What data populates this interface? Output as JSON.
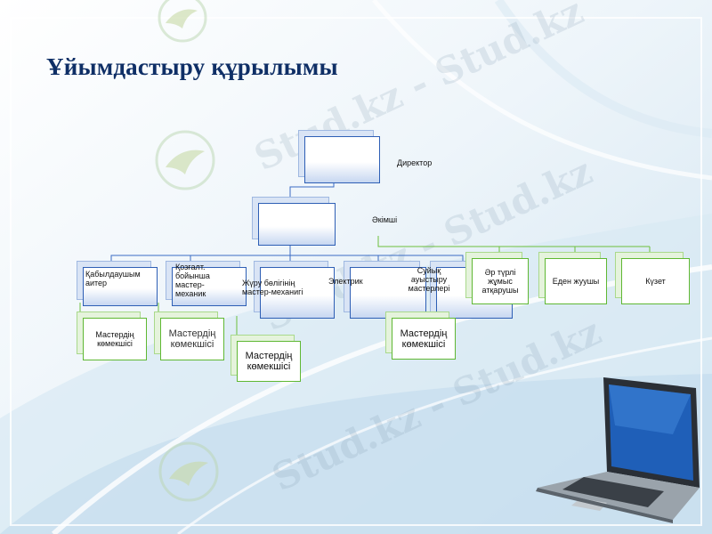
{
  "slide": {
    "title": "Ұйымдастыру құрылымы",
    "watermark_text": "Stud.kz - Stud.kz",
    "accent_colors": {
      "title": "#0f2f66",
      "blue_node": "#2e5fb5",
      "green_node": "#5fb833",
      "connector_blue": "#3b6cc4",
      "connector_green": "#6cbf3c"
    }
  },
  "org_chart": {
    "director": "Директор",
    "admin": "Әкімші",
    "departments": [
      {
        "label": "Қабылдаушым аитер",
        "assistant": "Мастердің көмекшісі"
      },
      {
        "label": "Қозғалт. бойынша мастер-механик",
        "assistant": "Мастердің көмекшісі"
      },
      {
        "label": "Жүру бөлігінің мастер-механигі",
        "assistant": "Мастердің көмекшісі"
      },
      {
        "label": "Электрик"
      },
      {
        "label": "Суйық ауыстыру мастерлері",
        "assistant": "Мастердің көмекшісі"
      }
    ],
    "service_staff": [
      "Әр түрлі жұмыс атқарушы",
      "Еден жуушы",
      "Күзет"
    ]
  },
  "icons": {
    "logo": "hummingbird-logo-icon",
    "device": "laptop-icon"
  }
}
